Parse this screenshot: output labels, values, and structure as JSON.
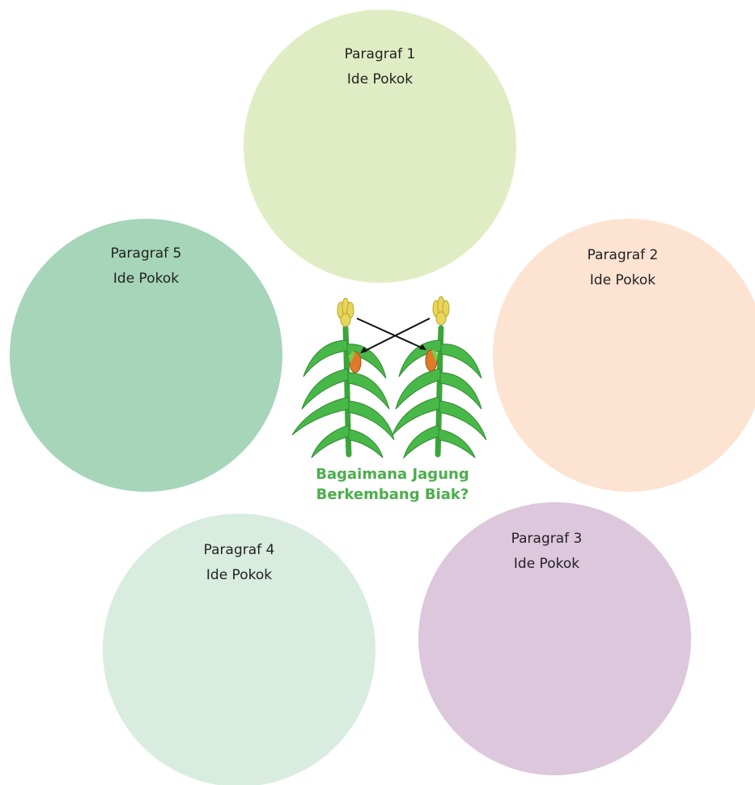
{
  "center": {
    "title_line1": "Bagaimana Jagung",
    "title_line2": "Berkembang Biak?",
    "illustration": "corn-plants-icon"
  },
  "circles": [
    {
      "paragraph": "Paragraf 1",
      "main_idea": "Ide Pokok",
      "color": "#e0edc4"
    },
    {
      "paragraph": "Paragraf 2",
      "main_idea": "Ide Pokok",
      "color": "#fde3d1"
    },
    {
      "paragraph": "Paragraf 3",
      "main_idea": "Ide Pokok",
      "color": "#ddc7dc"
    },
    {
      "paragraph": "Paragraf 4",
      "main_idea": "Ide Pokok",
      "color": "#d9ece0"
    },
    {
      "paragraph": "Paragraf 5",
      "main_idea": "Ide Pokok",
      "color": "#a6d5b9"
    }
  ],
  "colors": {
    "title_green": "#4cae4c",
    "plant_green": "#3aa63a",
    "tassel_yellow": "#e8d65a",
    "cob_orange": "#e07a2a"
  }
}
